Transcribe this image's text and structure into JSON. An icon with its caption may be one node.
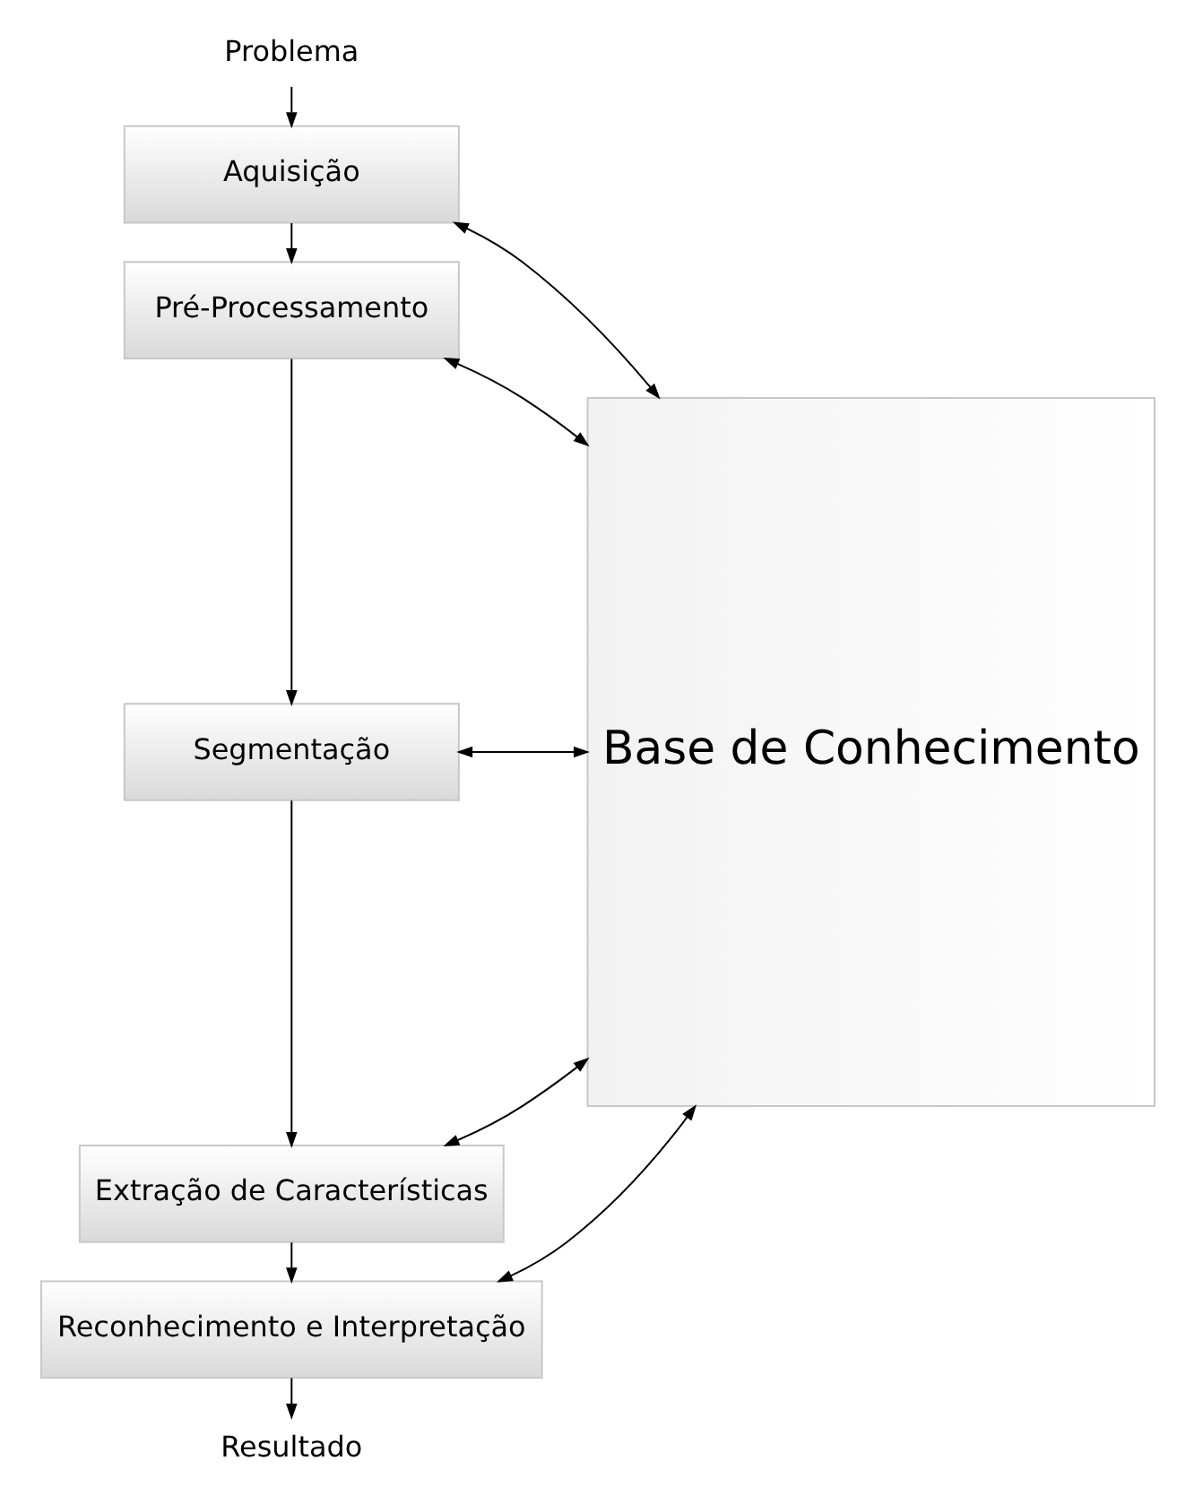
{
  "diagram": {
    "nodes": [
      {
        "text": [
          "Problema"
        ]
      },
      {
        "text": [
          "Aquisição"
        ]
      },
      {
        "text": [
          "Pré-Processamento"
        ]
      },
      {
        "text": [
          "Segmentação"
        ]
      },
      {
        "text": [
          "Extração de Características"
        ]
      },
      {
        "text": [
          "Reconhecimento e Interpretação"
        ]
      },
      {
        "text": [
          "Resultado"
        ]
      },
      {
        "text": [
          "Base de Conhecimento"
        ]
      }
    ],
    "edges": [
      {
        "from": 0,
        "to": 1,
        "arrow": "to"
      },
      {
        "from": 1,
        "to": 2,
        "arrow": "to"
      },
      {
        "from": 2,
        "to": 3,
        "arrow": "to"
      },
      {
        "from": 3,
        "to": 4,
        "arrow": "to"
      },
      {
        "from": 4,
        "to": 5,
        "arrow": "to"
      },
      {
        "from": 5,
        "to": 6,
        "arrow": "to"
      },
      {
        "from": 1,
        "to": 7,
        "arrow": "both"
      },
      {
        "from": 2,
        "to": 7,
        "arrow": "both"
      },
      {
        "from": 3,
        "to": 7,
        "arrow": "both"
      },
      {
        "from": 4,
        "to": 7,
        "arrow": "both"
      },
      {
        "from": 5,
        "to": 7,
        "arrow": "both"
      }
    ]
  }
}
